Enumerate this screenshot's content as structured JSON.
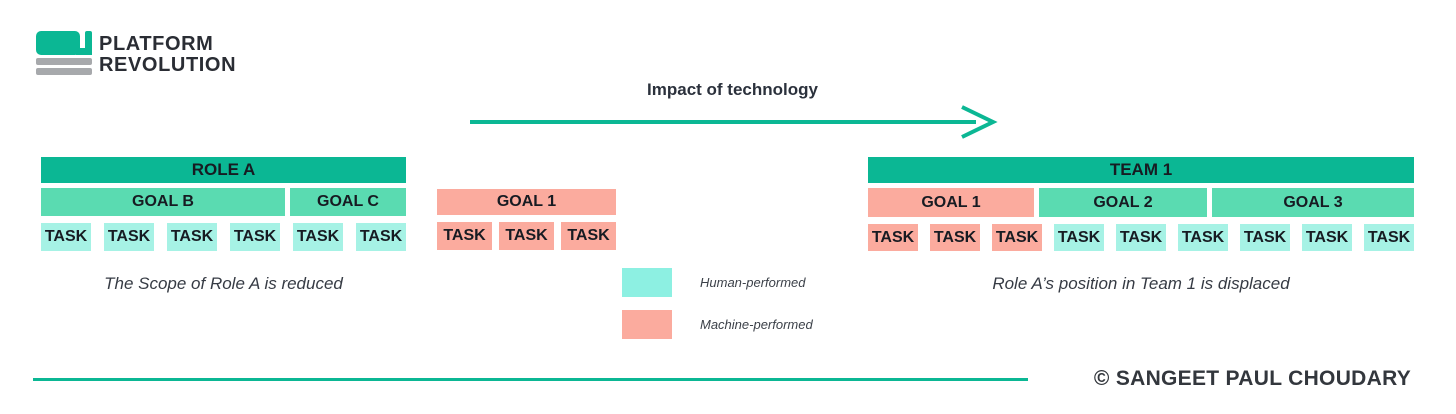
{
  "logo": {
    "line1": "PLATFORM",
    "line2": "REVOLUTION"
  },
  "header": {
    "arrow_label": "Impact of technology"
  },
  "colors": {
    "teal": "#0bb794",
    "mint": "#5adbb1",
    "aqua_task": "#a6f2e5",
    "salmon": "#fbab9e",
    "legend_human": "#8df0e2",
    "legend_machine": "#fbab9e"
  },
  "left_block": {
    "role_label": "ROLE A",
    "goals": [
      {
        "label": "GOAL B",
        "type": "human"
      },
      {
        "label": "GOAL C",
        "type": "human"
      }
    ],
    "tasks": [
      "TASK",
      "TASK",
      "TASK",
      "TASK",
      "TASK",
      "TASK"
    ],
    "caption": "The Scope of Role A is reduced"
  },
  "middle_block": {
    "goal_label": "GOAL 1",
    "type": "machine",
    "tasks": [
      "TASK",
      "TASK",
      "TASK"
    ]
  },
  "right_block": {
    "team_label": "TEAM 1",
    "goals": [
      {
        "label": "GOAL 1",
        "type": "machine"
      },
      {
        "label": "GOAL 2",
        "type": "human"
      },
      {
        "label": "GOAL 3",
        "type": "human"
      }
    ],
    "tasks": [
      "TASK",
      "TASK",
      "TASK",
      "TASK",
      "TASK",
      "TASK",
      "TASK",
      "TASK",
      "TASK"
    ],
    "caption": "Role A’s position in Team 1 is displaced"
  },
  "legend": {
    "items": [
      {
        "label": "Human-performed",
        "color": "#8df0e2"
      },
      {
        "label": "Machine-performed",
        "color": "#fbab9e"
      }
    ]
  },
  "footer": {
    "credit": "© SANGEET PAUL CHOUDARY"
  }
}
